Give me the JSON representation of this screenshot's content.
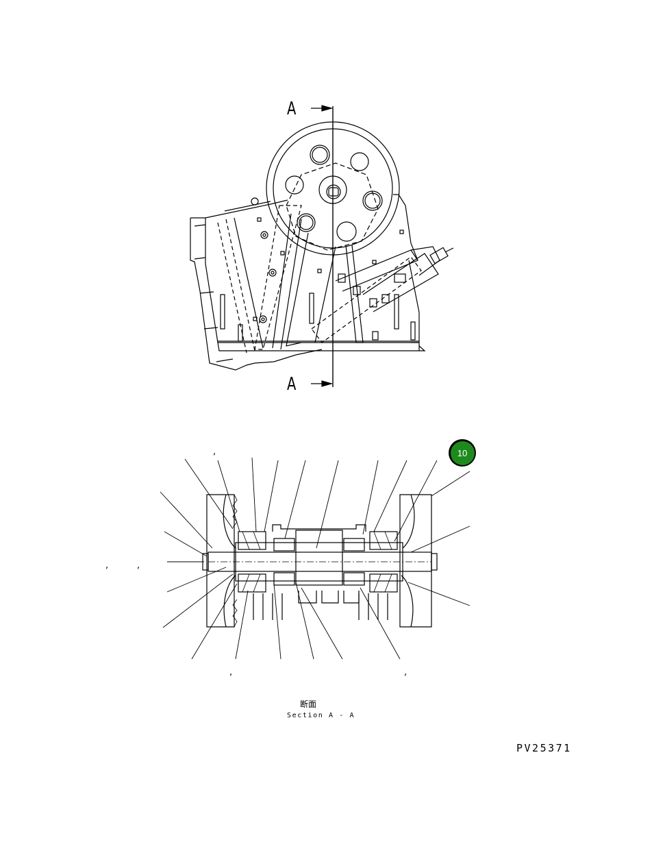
{
  "section_marker": {
    "top_letter": "A",
    "bottom_letter": "A"
  },
  "caption": {
    "japanese": "断面",
    "english": "Section A - A"
  },
  "drawing_number": "PV25371",
  "callout_badge": {
    "number": "10",
    "color": "#1e8a1e"
  },
  "stray_marks": {
    "comma": ","
  }
}
